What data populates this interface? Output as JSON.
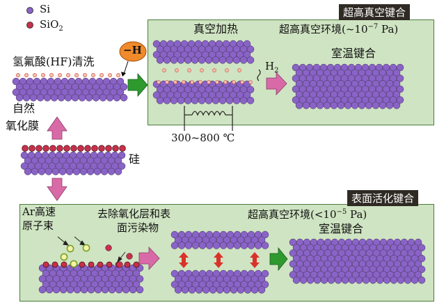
{
  "legend": {
    "si": "Si",
    "sio2": "SiO",
    "sio2_sub": "2"
  },
  "colors": {
    "si": "#8a63c7",
    "sio2": "#c8304a",
    "panel": "#cfe4c2",
    "tag_bg": "#2f2a24",
    "arrow_green": "#2e9a2e",
    "arrow_pink": "#d96aa8",
    "hydrogen_pill": "#f08a2a"
  },
  "left": {
    "hf_clean": "氢氟酸(HF)清洗",
    "native_oxide_1": "自然",
    "native_oxide_2": "氧化膜",
    "silicon": "硅"
  },
  "top_panel": {
    "tag": "超高真空键合",
    "vacuum_heating": "真空加热",
    "env_prefix": "超高真空环境(~10",
    "env_exp": "−7",
    "env_suffix": " Pa)",
    "room_temp": "室温键合",
    "h_label": "−H",
    "h2_label": "H",
    "h2_sub": "2",
    "temp_range": "300~800 ℃"
  },
  "bottom_panel": {
    "tag": "表面活化键合",
    "ar_beam_1": "Ar高速",
    "ar_beam_2": "原子束",
    "remove_1": "去除氧化层和表",
    "remove_2": "面污染物",
    "env_prefix": "超高真空环境(<10",
    "env_exp": "−5",
    "env_suffix": " Pa)",
    "room_temp": "室温键合"
  }
}
